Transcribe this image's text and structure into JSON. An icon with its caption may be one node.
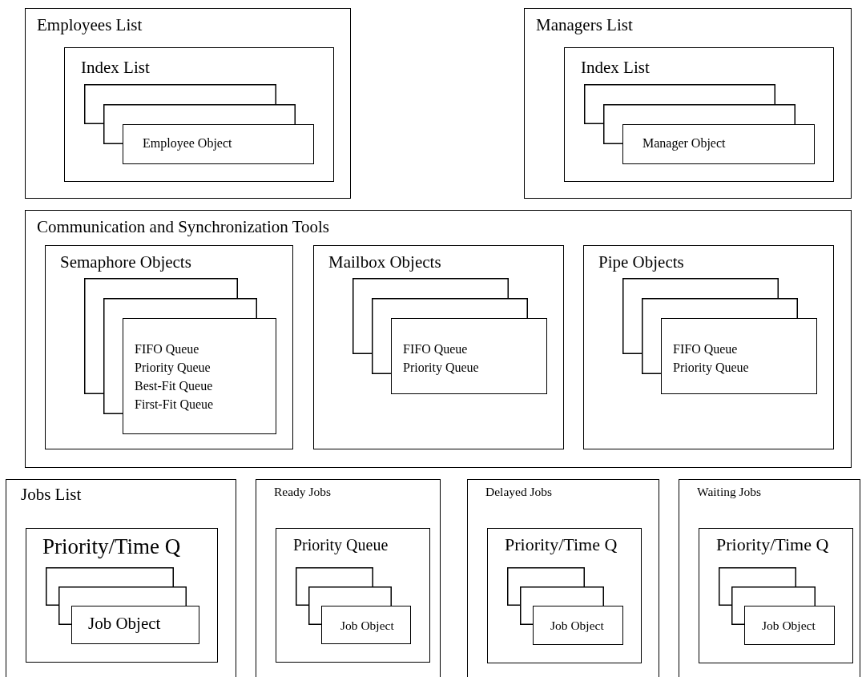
{
  "diagram": {
    "nodes": [
      {
        "text": [
          "Employees List"
        ]
      },
      {
        "text": [
          "Index List"
        ],
        "in": 0
      },
      {
        "text": [],
        "shape": "box",
        "in": 1
      },
      {
        "text": [],
        "shape": "box",
        "in": 1
      },
      {
        "text": [
          "Employee Object"
        ],
        "in": 1
      },
      {
        "text": [
          "Managers List"
        ]
      },
      {
        "text": [
          "Index List"
        ],
        "in": 5
      },
      {
        "text": [],
        "shape": "box",
        "in": 6
      },
      {
        "text": [],
        "shape": "box",
        "in": 6
      },
      {
        "text": [
          "Manager Object"
        ],
        "in": 6
      },
      {
        "text": [
          "Communication and Synchronization Tools"
        ]
      },
      {
        "text": [
          "Semaphore Objects"
        ],
        "in": 10
      },
      {
        "text": [],
        "shape": "box",
        "in": 11
      },
      {
        "text": [],
        "shape": "box",
        "in": 11
      },
      {
        "text": [
          "FIFO Queue",
          "Priority Queue",
          "Best-Fit Queue",
          "First-Fit Queue"
        ],
        "in": 11
      },
      {
        "text": [
          "Mailbox Objects"
        ],
        "in": 10
      },
      {
        "text": [],
        "shape": "box",
        "in": 15
      },
      {
        "text": [],
        "shape": "box",
        "in": 15
      },
      {
        "text": [
          "FIFO Queue",
          "Priority Queue"
        ],
        "in": 15
      },
      {
        "text": [
          "Pipe Objects"
        ],
        "in": 10
      },
      {
        "text": [],
        "shape": "box",
        "in": 19
      },
      {
        "text": [],
        "shape": "box",
        "in": 19
      },
      {
        "text": [
          "FIFO Queue",
          "Priority Queue"
        ],
        "in": 19
      },
      {
        "text": [
          "Jobs List"
        ]
      },
      {
        "text": [
          "Priority/Time Q"
        ],
        "in": 23
      },
      {
        "text": [],
        "shape": "box",
        "in": 24
      },
      {
        "text": [],
        "shape": "box",
        "in": 24
      },
      {
        "text": [
          "Job Object"
        ],
        "in": 24
      },
      {
        "text": [
          "Ready Jobs"
        ]
      },
      {
        "text": [
          "Priority Queue"
        ],
        "in": 28
      },
      {
        "text": [],
        "shape": "box",
        "in": 29
      },
      {
        "text": [],
        "shape": "box",
        "in": 29
      },
      {
        "text": [
          "Job Object"
        ],
        "in": 29
      },
      {
        "text": [
          "Delayed Jobs"
        ]
      },
      {
        "text": [
          "Priority/Time Q"
        ],
        "in": 33
      },
      {
        "text": [],
        "shape": "box",
        "in": 34
      },
      {
        "text": [],
        "shape": "box",
        "in": 34
      },
      {
        "text": [
          "Job Object"
        ],
        "in": 34
      },
      {
        "text": [
          "Waiting Jobs"
        ]
      },
      {
        "text": [
          "Priority/Time Q"
        ],
        "in": 38
      },
      {
        "text": [],
        "shape": "box",
        "in": 39
      },
      {
        "text": [],
        "shape": "box",
        "in": 39
      },
      {
        "text": [
          "Job Object"
        ],
        "in": 39
      }
    ]
  }
}
